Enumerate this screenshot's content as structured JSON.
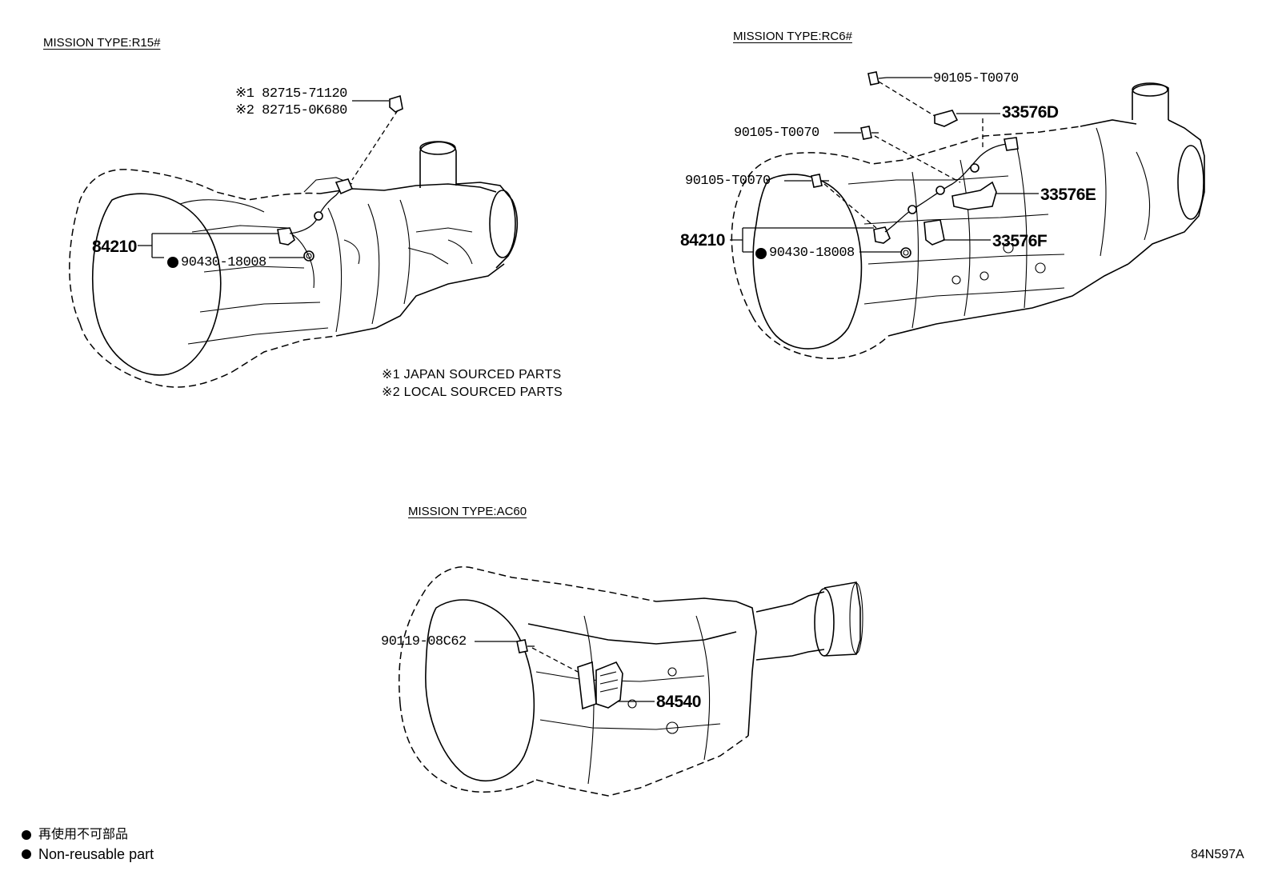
{
  "sections": {
    "r15": {
      "title": "MISSION TYPE:R15#",
      "labels": {
        "p_82715_71120": "※1 82715-71120",
        "p_82715_0k680": "※2 82715-0K680",
        "p_84210": "84210",
        "p_90430": "90430-18008"
      }
    },
    "rc6": {
      "title": "MISSION TYPE:RC6#",
      "labels": {
        "p_90105_top": "90105-T0070",
        "p_33576d": "33576D",
        "p_90105_mid": "90105-T0070",
        "p_90105_low": "90105-T0070",
        "p_33576e": "33576E",
        "p_84210": "84210",
        "p_90430": "90430-18008",
        "p_33576f": "33576F"
      }
    },
    "ac60": {
      "title": "MISSION TYPE:AC60",
      "labels": {
        "p_90119": "90119-08C62",
        "p_84540": "84540"
      }
    }
  },
  "notes": {
    "japan": "※1 JAPAN SOURCED PARTS",
    "local": "※2 LOCAL SOURCED PARTS"
  },
  "legend": {
    "japanese": "再使用不可部品",
    "english": "Non-reusable part"
  },
  "figure_code": "84N597A"
}
